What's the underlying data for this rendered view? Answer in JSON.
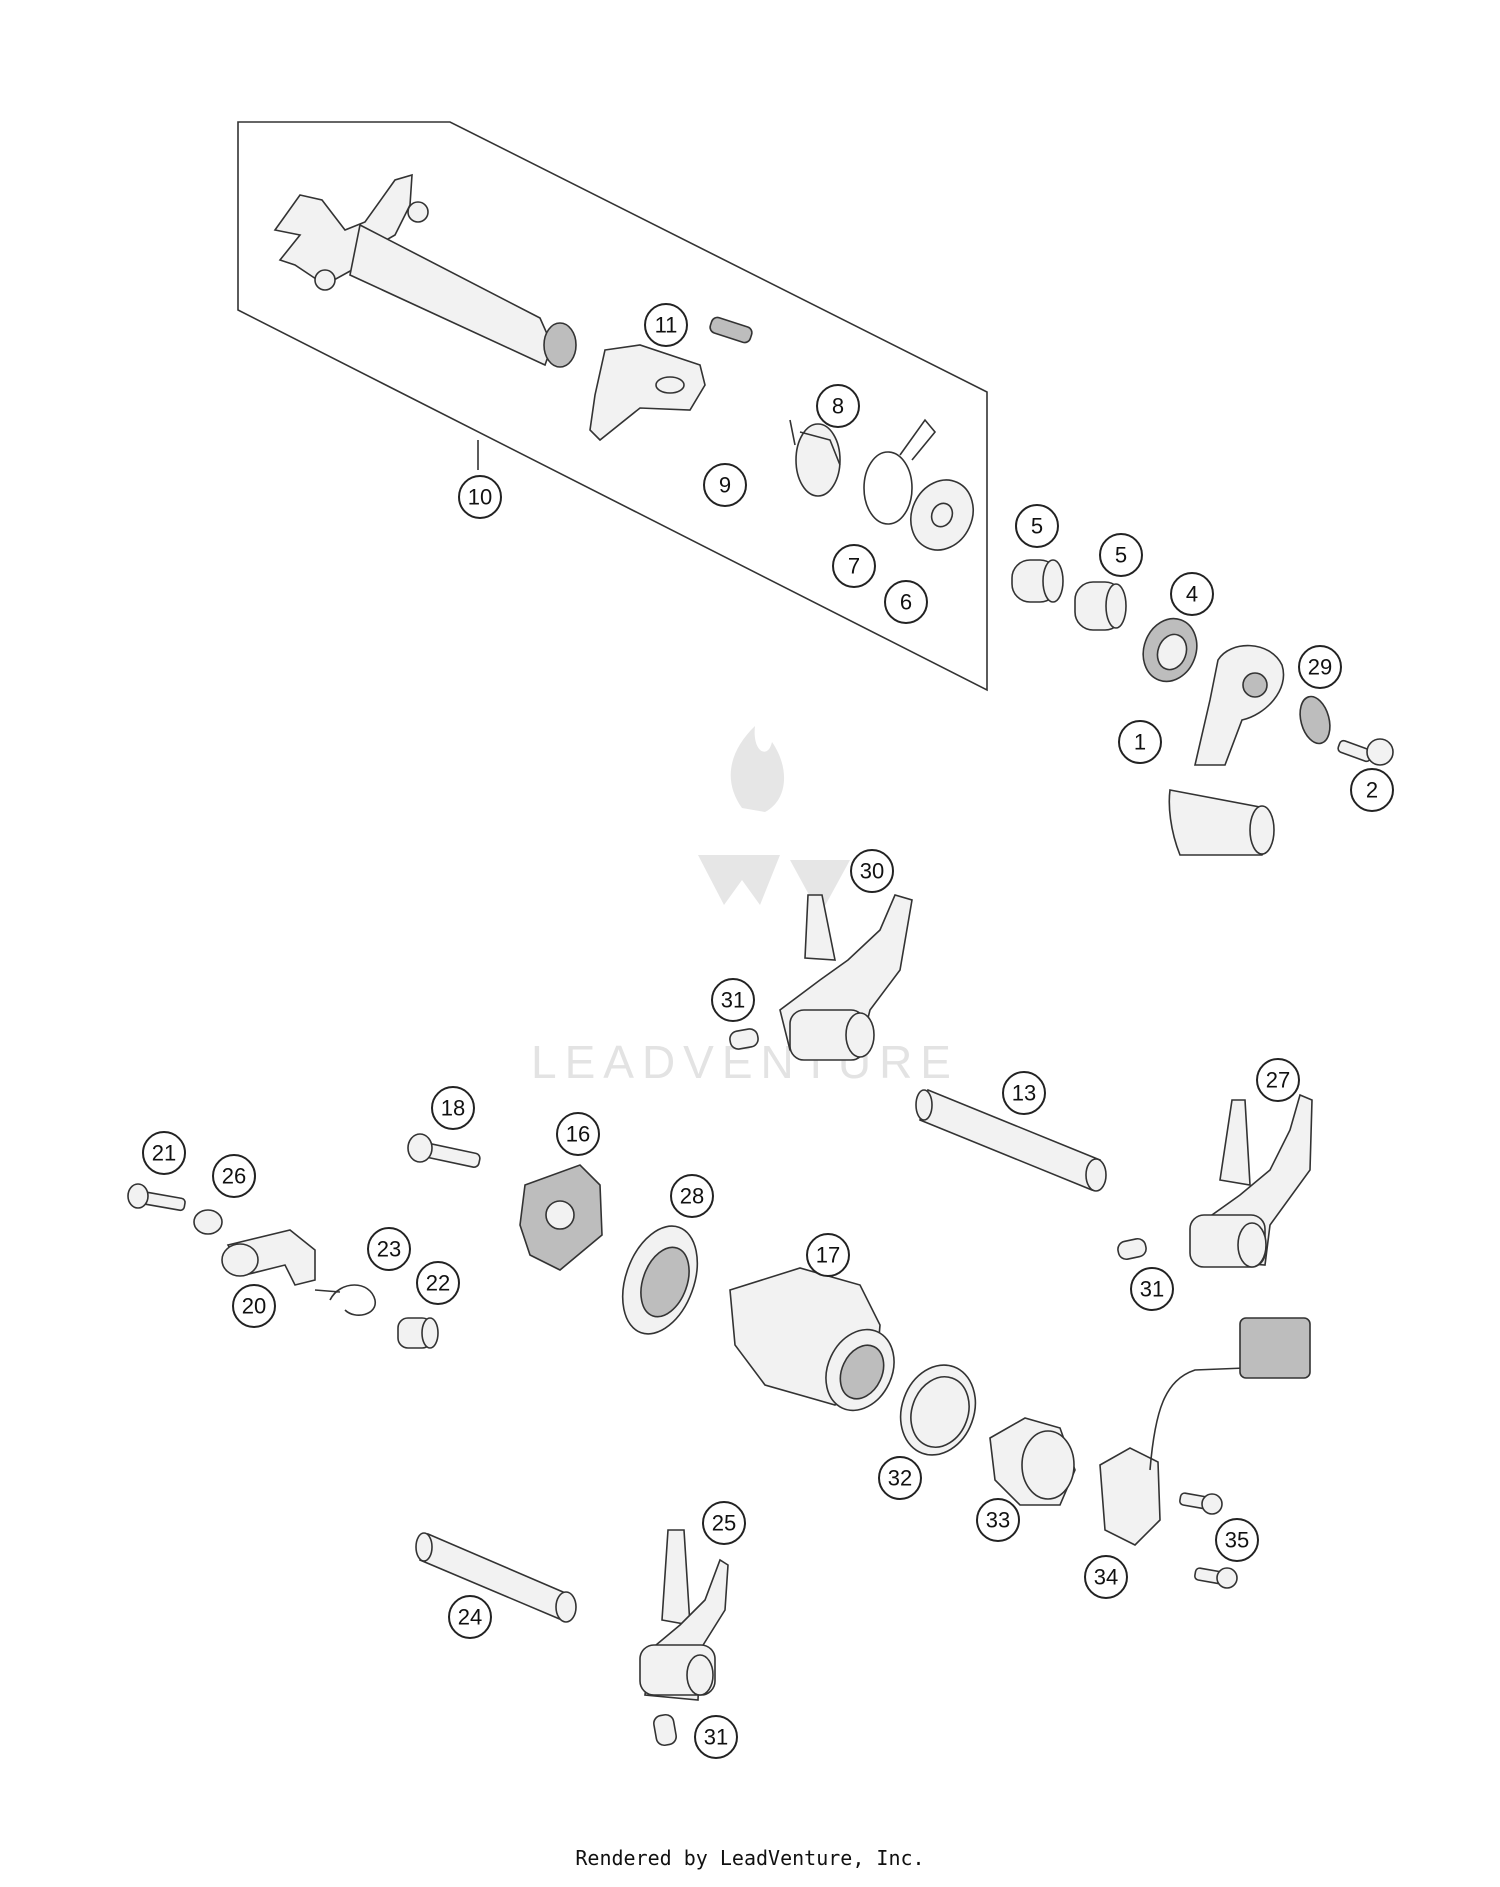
{
  "watermark": "LEADVENTURE",
  "footer": "Rendered by LeadVenture, Inc.",
  "callouts": [
    "1",
    "2",
    "4",
    "5",
    "5",
    "6",
    "7",
    "8",
    "9",
    "10",
    "11",
    "13",
    "16",
    "17",
    "18",
    "20",
    "21",
    "22",
    "23",
    "24",
    "25",
    "26",
    "27",
    "28",
    "29",
    "30",
    "31",
    "31",
    "31",
    "32",
    "33",
    "34",
    "35"
  ]
}
